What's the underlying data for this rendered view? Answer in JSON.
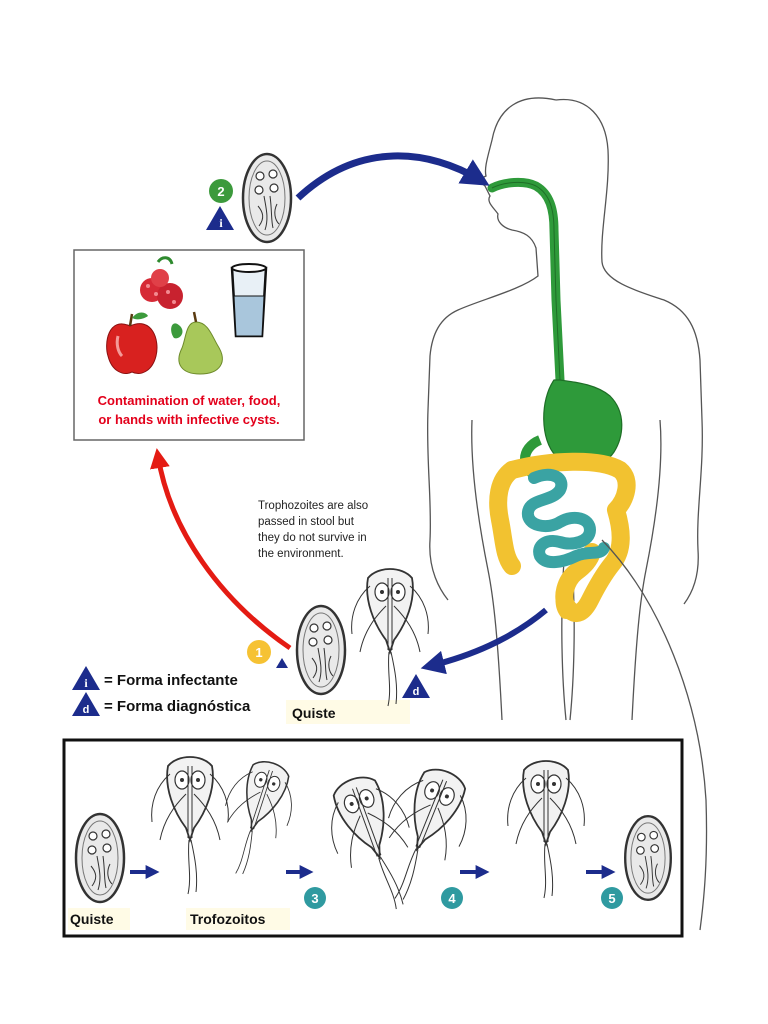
{
  "contamination": {
    "line1": "Contamination of water, food,",
    "line2": "or hands  with infective cysts."
  },
  "trophozoite_note": {
    "line1": "Trophozoites are also",
    "line2": "passed in stool but",
    "line3": "they do not survive in",
    "line4": "the environment."
  },
  "legend": {
    "infective_symbol": "i",
    "infective_label": "= Forma infectante",
    "diagnostic_symbol": "d",
    "diagnostic_label": "= Forma diagnóstica"
  },
  "labels": {
    "quiste_top": "Quiste",
    "quiste_bottom": "Quiste",
    "trofozoitos": "Trofozoitos",
    "diag_marker": "d",
    "infect_marker": "i"
  },
  "steps": {
    "s1": "1",
    "s2": "2",
    "s3": "3",
    "s4": "4",
    "s5": "5"
  },
  "colors": {
    "navy_arrow": "#1c2c8c",
    "red_arrow": "#e41b13",
    "stomach_green": "#2e9a3a",
    "colon_yellow": "#f2c230",
    "small_intestine_teal": "#3aa3a3",
    "step_green": "#3c9a3c",
    "step_yellow": "#f6c233",
    "step_teal": "#2f9aa0",
    "contam_red": "#e3001b"
  }
}
